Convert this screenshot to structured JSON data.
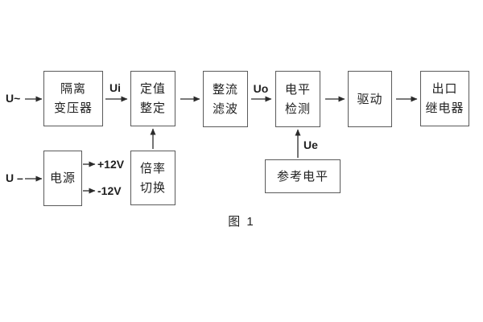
{
  "figure": {
    "caption": "图 1",
    "colors": {
      "background": "#ffffff",
      "box_border": "#5a5a5a",
      "line": "#2b2b2b",
      "text": "#1f1f1f"
    },
    "inputs": {
      "ac": "U~",
      "dc": "U –"
    },
    "signals": {
      "ui": "Ui",
      "uo": "Uo",
      "ue": "Ue",
      "plus_12v": "+12V",
      "minus_12v": "-12V"
    },
    "blocks": {
      "isolation_transformer": {
        "line1": "隔离",
        "line2": "变压器"
      },
      "setting_adjust": {
        "line1": "定值",
        "line2": "整定"
      },
      "rectifier_filter": {
        "line1": "整流",
        "line2": "滤波"
      },
      "level_detect": {
        "line1": "电平",
        "line2": "检测"
      },
      "drive": {
        "label": "驱动"
      },
      "output_relay": {
        "line1": "出口",
        "line2": "继电器"
      },
      "power_supply": {
        "label": "电源"
      },
      "ratio_switch": {
        "line1": "倍率",
        "line2": "切换"
      },
      "reference_level": {
        "label": "参考电平"
      }
    }
  }
}
